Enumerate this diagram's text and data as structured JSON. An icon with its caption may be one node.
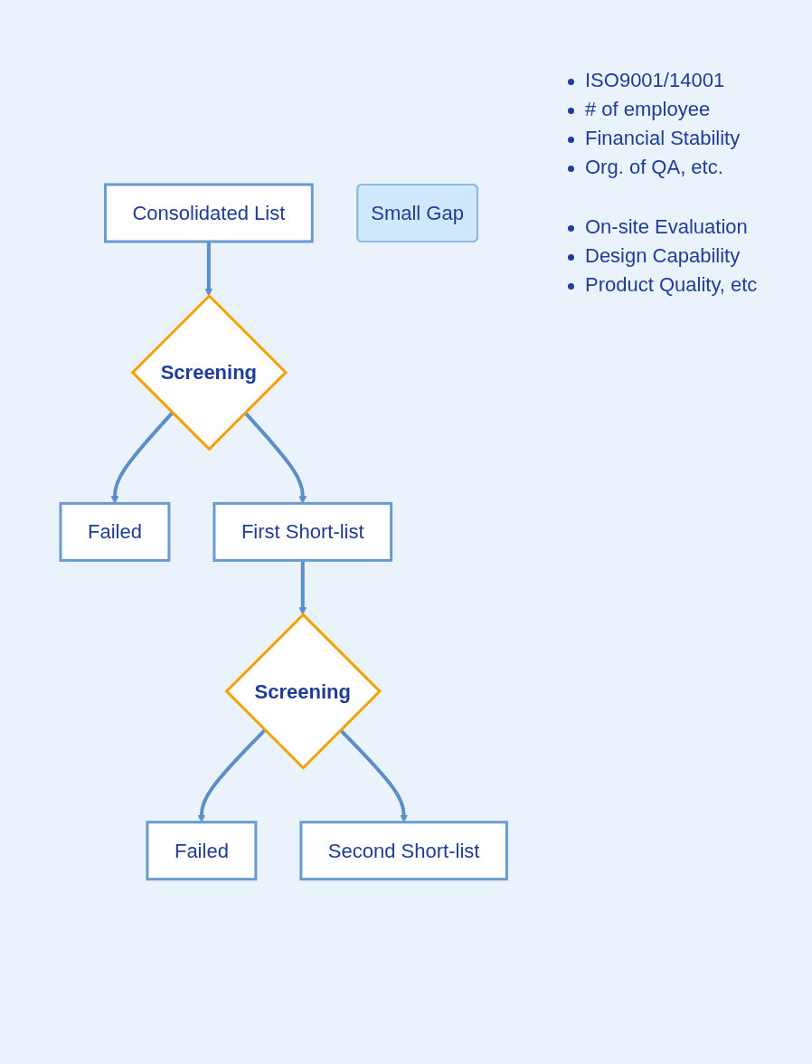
{
  "diagram": {
    "nodes": [
      {
        "text": [
          "Consolidated List"
        ]
      },
      {
        "text": [
          "Screening"
        ]
      },
      {
        "text": [
          "Failed"
        ]
      },
      {
        "text": [
          "First Short-list"
        ]
      },
      {
        "text": [
          "Screening"
        ]
      },
      {
        "text": [
          "Failed"
        ]
      },
      {
        "text": [
          "Second Short-list"
        ]
      },
      {
        "text": [
          "Small Gap"
        ]
      }
    ],
    "edges": [
      {
        "from": 0,
        "to": 1,
        "arrow": "to"
      },
      {
        "from": 1,
        "to": 2,
        "arrow": "to"
      },
      {
        "from": 1,
        "to": 3,
        "arrow": "to"
      },
      {
        "from": 3,
        "to": 4,
        "arrow": "to"
      },
      {
        "from": 4,
        "to": 5,
        "arrow": "to"
      },
      {
        "from": 4,
        "to": 6,
        "arrow": "to"
      }
    ],
    "labels": [
      "ISO9001/14001",
      "# of employee",
      "Financial Stability",
      "Org. of QA, etc.",
      "On-site Evaluation",
      "Design Capability",
      "Product Quality, etc"
    ]
  }
}
